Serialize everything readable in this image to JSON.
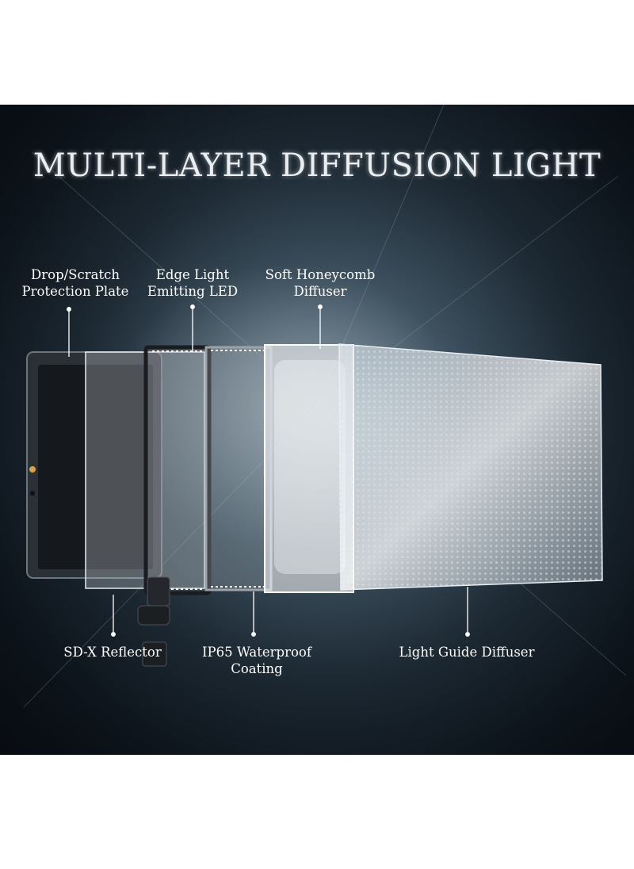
{
  "title": "MULTI-LAYER DIFFUSION LIGHT",
  "labels": {
    "drop_scratch": {
      "line1": "Drop/Scratch",
      "line2": "Protection Plate"
    },
    "edge_light": {
      "line1": "Edge Light",
      "line2": "Emitting LED"
    },
    "soft_honeycomb": {
      "line1": "Soft Honeycomb",
      "line2": "Diffuser"
    },
    "sd_x": {
      "line1": "SD-X Reflector"
    },
    "ip65": {
      "line1": "IP65 Waterproof",
      "line2": "Coating"
    },
    "light_guide": {
      "line1": "Light Guide Diffuser"
    }
  },
  "colors": {
    "background_dark": "#070b10",
    "background_glow": "#6d8493",
    "label_text": "#ffffff",
    "callout_line": "#ffffff"
  }
}
